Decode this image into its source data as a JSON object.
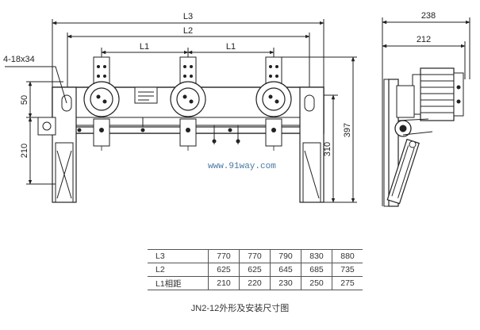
{
  "dimensions": {
    "L3": "L3",
    "L2": "L2",
    "L1": "L1",
    "hole": "4-18x34",
    "d50": "50",
    "d210": "210",
    "d310": "310",
    "d397": "397",
    "d238": "238",
    "d212": "212"
  },
  "watermark": "www.91way.com",
  "table": {
    "rows": [
      {
        "label": "L3",
        "values": [
          "770",
          "770",
          "790",
          "830",
          "880"
        ]
      },
      {
        "label": "L2",
        "values": [
          "625",
          "625",
          "645",
          "685",
          "735"
        ]
      },
      {
        "label": "L1相距",
        "values": [
          "210",
          "220",
          "230",
          "250",
          "275"
        ]
      }
    ]
  },
  "caption": "JN2-12外形及安装尺寸图"
}
